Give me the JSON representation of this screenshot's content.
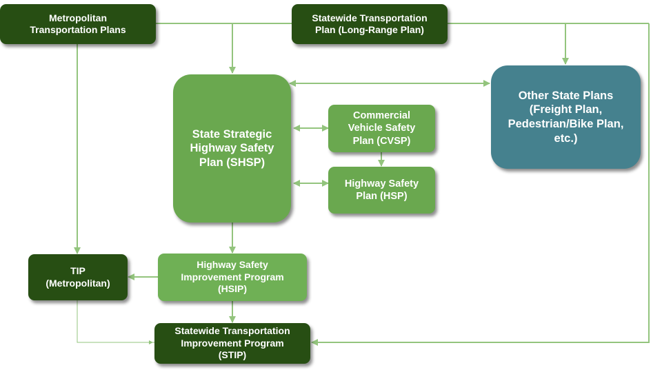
{
  "colors": {
    "dark_green": "#274e13",
    "green": "#6aa84f",
    "teal": "#45818e",
    "connector": "#93c47d",
    "text": "#ffffff"
  },
  "nodes": {
    "metropolitan_plans": "Metropolitan\nTransportation Plans",
    "statewide_plan": "Statewide Transportation\nPlan (Long-Range Plan)",
    "shsp": "State Strategic\nHighway Safety\nPlan (SHSP)",
    "cvsp": "Commercial\nVehicle Safety\nPlan (CVSP)",
    "hsp": "Highway Safety\nPlan (HSP)",
    "other_plans": "Other State Plans\n(Freight Plan,\nPedestrian/Bike Plan,\netc.)",
    "tip": "TIP\n(Metropolitan)",
    "hsip": "Highway Safety\nImprovement Program\n(HSIP)",
    "stip": "Statewide Transportation\nImprovement Program\n(STIP)"
  },
  "edges": [
    {
      "from": "metropolitan_plans",
      "to": "shsp",
      "type": "arrow"
    },
    {
      "from": "statewide_plan",
      "to": "shsp",
      "type": "arrow"
    },
    {
      "from": "statewide_plan",
      "to": "other_plans",
      "type": "arrow"
    },
    {
      "from": "statewide_plan",
      "to": "stip",
      "type": "arrow"
    },
    {
      "from": "metropolitan_plans",
      "to": "tip",
      "type": "arrow"
    },
    {
      "from": "shsp",
      "to": "other_plans",
      "type": "bidirectional"
    },
    {
      "from": "shsp",
      "to": "cvsp",
      "type": "bidirectional"
    },
    {
      "from": "shsp",
      "to": "hsp",
      "type": "bidirectional"
    },
    {
      "from": "cvsp",
      "to": "hsp",
      "type": "arrow"
    },
    {
      "from": "shsp",
      "to": "hsip",
      "type": "arrow"
    },
    {
      "from": "hsip",
      "to": "tip",
      "type": "arrow"
    },
    {
      "from": "hsip",
      "to": "stip",
      "type": "arrow"
    },
    {
      "from": "tip",
      "to": "stip",
      "type": "arrow"
    }
  ]
}
